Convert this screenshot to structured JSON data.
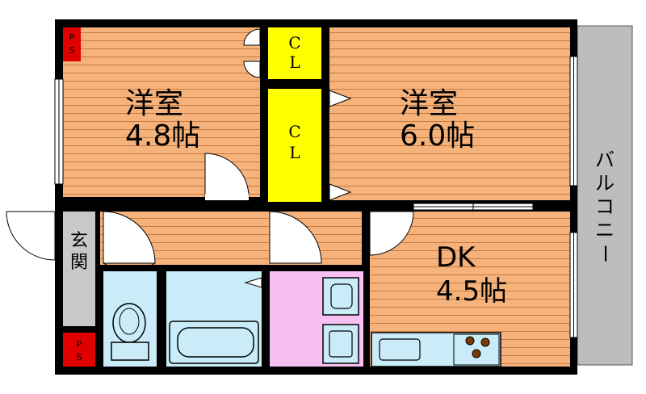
{
  "rooms": {
    "western_left": {
      "name": "洋室",
      "size": "4.8帖"
    },
    "western_right": {
      "name": "洋室",
      "size": "6.0帖"
    },
    "dk": {
      "name": "DK",
      "size": "4.5帖"
    }
  },
  "closet_top": "C\nL",
  "closet_mid": "C\nL",
  "entrance": "玄関",
  "balcony": "バルコニー",
  "ps_top": "P\nS",
  "ps_bottom": "P\nS",
  "colors": {
    "floor_wood": "#f5b27a",
    "floor_line": "#c87a44",
    "closet": "#ffff00",
    "wet_blue": "#c9ecf8",
    "washroom_pink": "#f8c0f0",
    "balcony_gray": "#bdbdbd",
    "wall": "#000000",
    "ps_red": "#e00000"
  }
}
